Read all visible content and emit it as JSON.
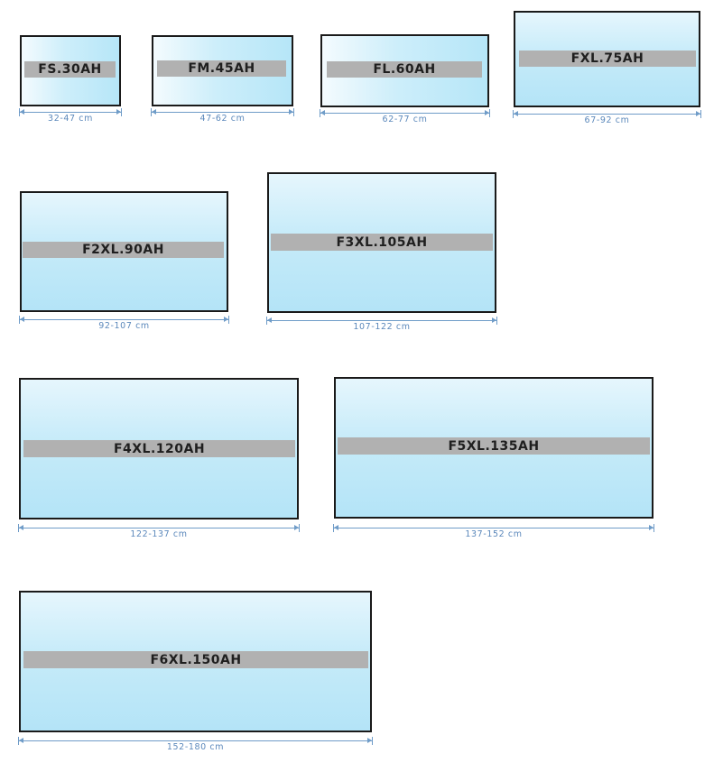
{
  "sizes": [
    {
      "model": "FS.30AH",
      "range": "32-47 cm"
    },
    {
      "model": "FM.45AH",
      "range": "47-62 cm"
    },
    {
      "model": "FL.60AH",
      "range": "62-77 cm"
    },
    {
      "model": "FXL.75AH",
      "range": "67-92 cm"
    },
    {
      "model": "F2XL.90AH",
      "range": "92-107 cm"
    },
    {
      "model": "F3XL.105AH",
      "range": "107-122 cm"
    },
    {
      "model": "F4XL.120AH",
      "range": "122-137 cm"
    },
    {
      "model": "F5XL.135AH",
      "range": "137-152 cm"
    },
    {
      "model": "F6XL.150AH",
      "range": "152-180 cm"
    }
  ],
  "colors": {
    "frame_border": "#1a1a1a",
    "panel_light": "#e6f6fd",
    "panel_dark": "#b4e4f7",
    "label_band": "#b1b1b1",
    "dimension": "#6f9cc8"
  }
}
